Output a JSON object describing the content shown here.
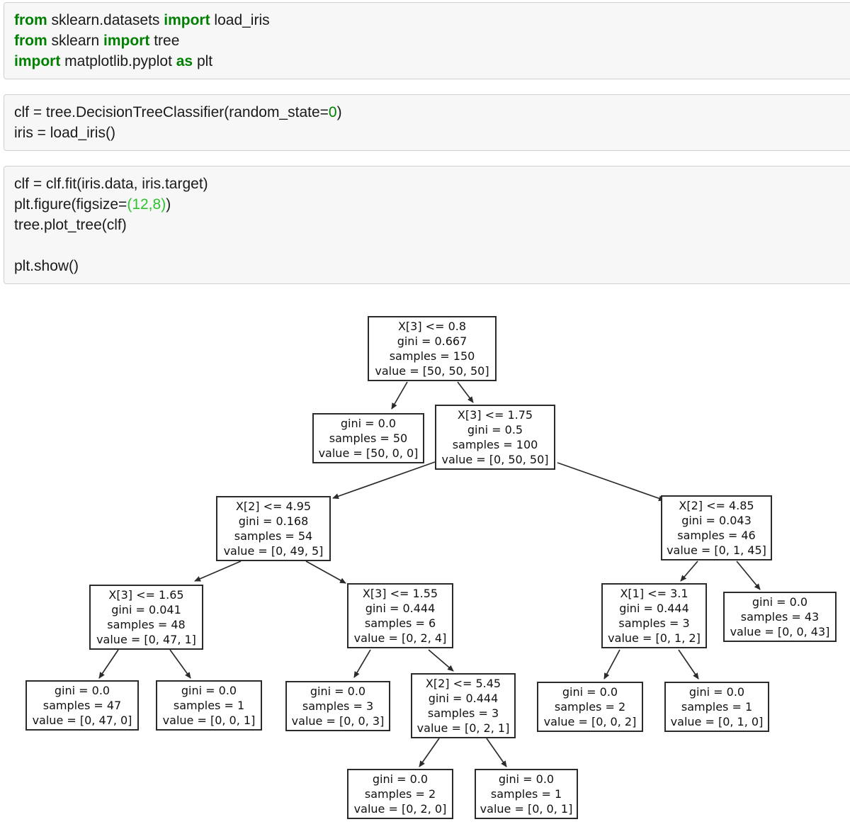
{
  "cells": [
    {
      "lines": [
        {
          "segs": [
            {
              "t": "from"
            },
            {
              "t": " sklearn.datasets "
            },
            {
              "t": "import"
            },
            {
              "t": " load_iris"
            }
          ]
        },
        {
          "segs": [
            {
              "t": "from"
            },
            {
              "t": " sklearn "
            },
            {
              "t": "import"
            },
            {
              "t": " tree"
            }
          ]
        },
        {
          "segs": [
            {
              "t": "import"
            },
            {
              "t": " matplotlib.pyplot "
            },
            {
              "t": "as"
            },
            {
              "t": " plt"
            }
          ]
        }
      ]
    },
    {
      "lines": [
        {
          "segs": [
            {
              "t": "clf = tree.DecisionTreeClassifier(random_state="
            },
            {
              "t": "0"
            },
            {
              "t": ")"
            }
          ]
        },
        {
          "segs": [
            {
              "t": "iris = load_iris()"
            }
          ]
        }
      ]
    },
    {
      "lines": [
        {
          "segs": [
            {
              "t": "clf = clf.fit(iris.data, iris.target)"
            }
          ]
        },
        {
          "segs": [
            {
              "t": "plt.figure(figsize="
            },
            {
              "t": "(12,8)"
            },
            {
              "t": ")"
            }
          ]
        },
        {
          "segs": [
            {
              "t": "tree.plot_tree(clf)"
            }
          ]
        },
        {
          "segs": []
        },
        {
          "segs": [
            {
              "t": "plt.show()"
            }
          ]
        }
      ]
    }
  ],
  "tree": {
    "nodes": [
      {
        "lines": [
          "X[3] <= 0.8",
          "gini = 0.667",
          "samples = 150",
          "value = [50, 50, 50]"
        ]
      },
      {
        "lines": [
          "gini = 0.0",
          "samples = 50",
          "value = [50, 0, 0]"
        ]
      },
      {
        "lines": [
          "X[3] <= 1.75",
          "gini = 0.5",
          "samples = 100",
          "value = [0, 50, 50]"
        ]
      },
      {
        "lines": [
          "X[2] <= 4.95",
          "gini = 0.168",
          "samples = 54",
          "value = [0, 49, 5]"
        ]
      },
      {
        "lines": [
          "X[2] <= 4.85",
          "gini = 0.043",
          "samples = 46",
          "value = [0, 1, 45]"
        ]
      },
      {
        "lines": [
          "X[3] <= 1.65",
          "gini = 0.041",
          "samples = 48",
          "value = [0, 47, 1]"
        ]
      },
      {
        "lines": [
          "X[3] <= 1.55",
          "gini = 0.444",
          "samples = 6",
          "value = [0, 2, 4]"
        ]
      },
      {
        "lines": [
          "X[1] <= 3.1",
          "gini = 0.444",
          "samples = 3",
          "value = [0, 1, 2]"
        ]
      },
      {
        "lines": [
          "gini = 0.0",
          "samples = 43",
          "value = [0, 0, 43]"
        ]
      },
      {
        "lines": [
          "gini = 0.0",
          "samples = 47",
          "value = [0, 47, 0]"
        ]
      },
      {
        "lines": [
          "gini = 0.0",
          "samples = 1",
          "value = [0, 0, 1]"
        ]
      },
      {
        "lines": [
          "gini = 0.0",
          "samples = 3",
          "value = [0, 0, 3]"
        ]
      },
      {
        "lines": [
          "X[2] <= 5.45",
          "gini = 0.444",
          "samples = 3",
          "value = [0, 2, 1]"
        ]
      },
      {
        "lines": [
          "gini = 0.0",
          "samples = 2",
          "value = [0, 0, 2]"
        ]
      },
      {
        "lines": [
          "gini = 0.0",
          "samples = 1",
          "value = [0, 1, 0]"
        ]
      },
      {
        "lines": [
          "gini = 0.0",
          "samples = 2",
          "value = [0, 2, 0]"
        ]
      },
      {
        "lines": [
          "gini = 0.0",
          "samples = 1",
          "value = [0, 0, 1]"
        ]
      }
    ],
    "edges": [
      [
        0,
        1
      ],
      [
        0,
        2
      ],
      [
        2,
        3
      ],
      [
        2,
        4
      ],
      [
        3,
        5
      ],
      [
        3,
        6
      ],
      [
        4,
        7
      ],
      [
        4,
        8
      ],
      [
        5,
        9
      ],
      [
        5,
        10
      ],
      [
        6,
        11
      ],
      [
        6,
        12
      ],
      [
        7,
        13
      ],
      [
        7,
        14
      ],
      [
        12,
        15
      ],
      [
        12,
        16
      ]
    ]
  },
  "colors": {
    "keyword_green": "#008000",
    "number_green": "#008000",
    "literal_green": "#2cc32c",
    "cell_background": "#f7f7f7",
    "cell_border": "#d0d0d0",
    "code_text": "#1a1a1a",
    "node_border": "#2b2b2b",
    "node_text": "#111111"
  }
}
